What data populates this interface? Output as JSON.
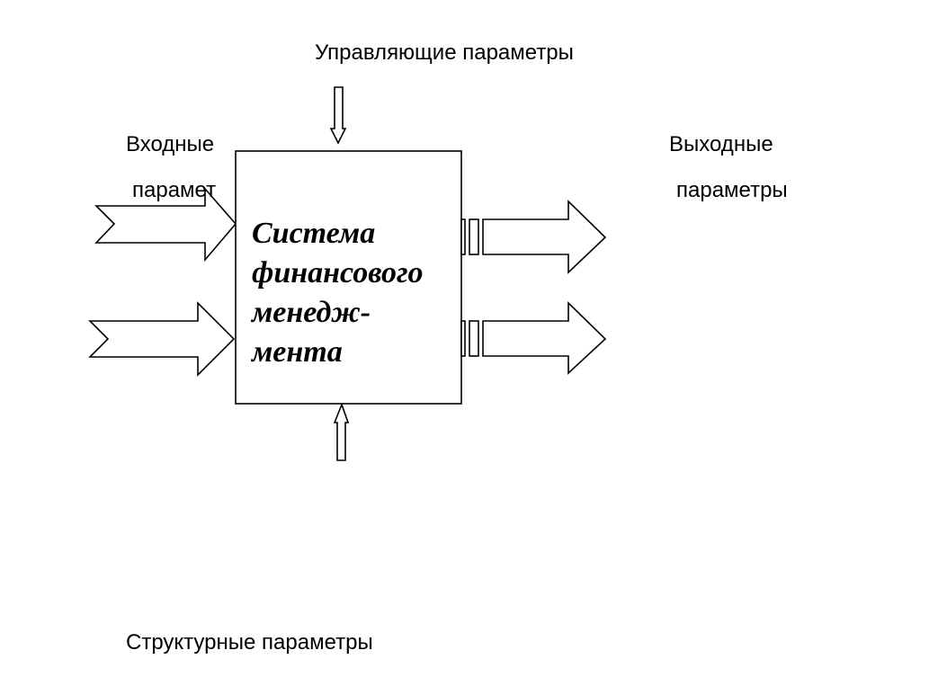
{
  "diagram": {
    "control_label": "Управляющие параметры",
    "input_label": [
      "Входные",
      "парамет"
    ],
    "output_label": [
      "Выходные",
      "параметры"
    ],
    "structure_label": "Структурные параметры",
    "system_title": [
      "Система",
      "финансового",
      "менедж-",
      "мента"
    ],
    "colors": {
      "stroke": "#000000",
      "fill": "#ffffff",
      "text": "#000000"
    }
  }
}
